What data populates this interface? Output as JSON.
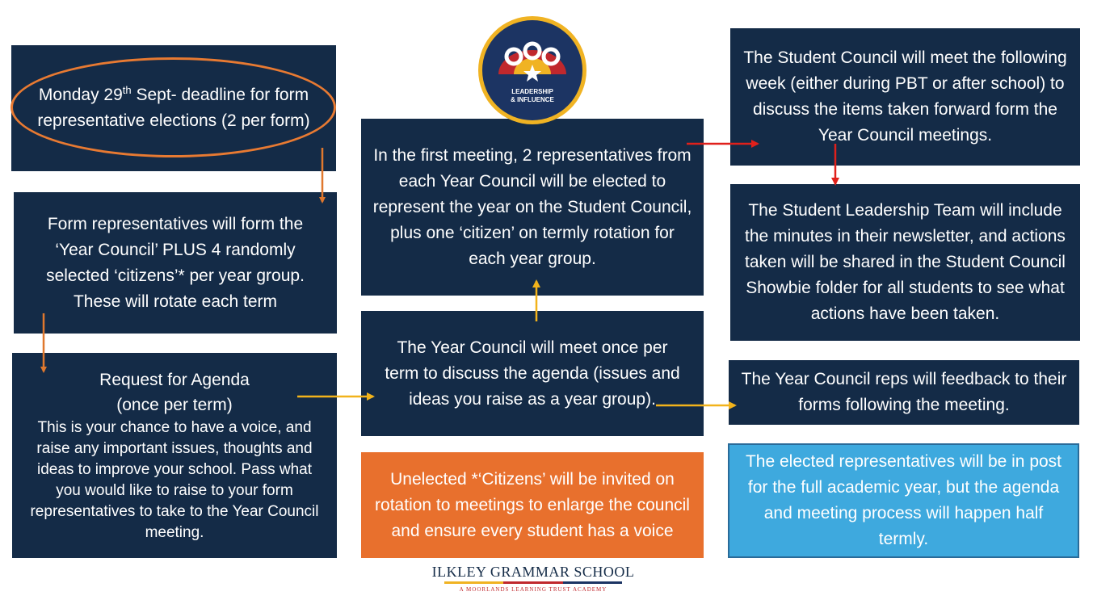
{
  "logo": {
    "badge_line1": "LEADERSHIP",
    "badge_line2": "& INFLUENCE",
    "colors": {
      "navy": "#1c3463",
      "gold": "#f0b323",
      "red": "#c0282d"
    }
  },
  "boxes": {
    "deadline": {
      "text_before_sup": "Monday 29",
      "sup": "th",
      "text_after_sup": " Sept- deadline for form representative elections (2 per form)"
    },
    "form_reps": "Form representatives will form the ‘Year Council’ PLUS 4 randomly selected ‘citizens’* per year group. These will rotate each term",
    "request_agenda": {
      "title": "Request for Agenda",
      "subtitle": "(once per term)",
      "body": "This is your chance to have a voice, and raise any important issues, thoughts and ideas to improve your school. Pass what you would like to raise to your form representatives to take to the Year Council meeting."
    },
    "first_meeting": "In the first meeting, 2 representatives from each Year Council will be elected to represent the year on the Student Council, plus one ‘citizen’ on termly rotation for each year group.",
    "year_council_meet": "The Year Council will meet once per term to discuss the agenda (issues and ideas you raise as a year group).",
    "unelected": "Unelected *‘Citizens’ will be invited  on rotation to meetings to enlarge the council and ensure every student has a voice",
    "student_council_meet": "The Student Council will meet the following week (either during PBT or after school) to discuss the items taken forward form the Year Council meetings.",
    "leadership_team": "The Student Leadership Team will include the minutes in their newsletter, and actions taken will be shared in the Student Council Showbie folder for all students to see what actions have been taken.",
    "feedback": "The Year Council reps will feedback to their forms following the meeting.",
    "elected_reps": "The elected representatives will be in post for the full academic year, but the agenda and meeting process will happen half termly."
  },
  "footer": {
    "school_name": "ILKLEY GRAMMAR SCHOOL",
    "tagline": "A MOORLANDS LEARNING TRUST ACADEMY"
  },
  "colors": {
    "navy_box": "#142b47",
    "orange_box": "#e8702d",
    "blue_box": "#3ea9de",
    "arrow_orange": "#e0782e",
    "arrow_yellow": "#f2b31b",
    "arrow_red": "#e0201b"
  }
}
